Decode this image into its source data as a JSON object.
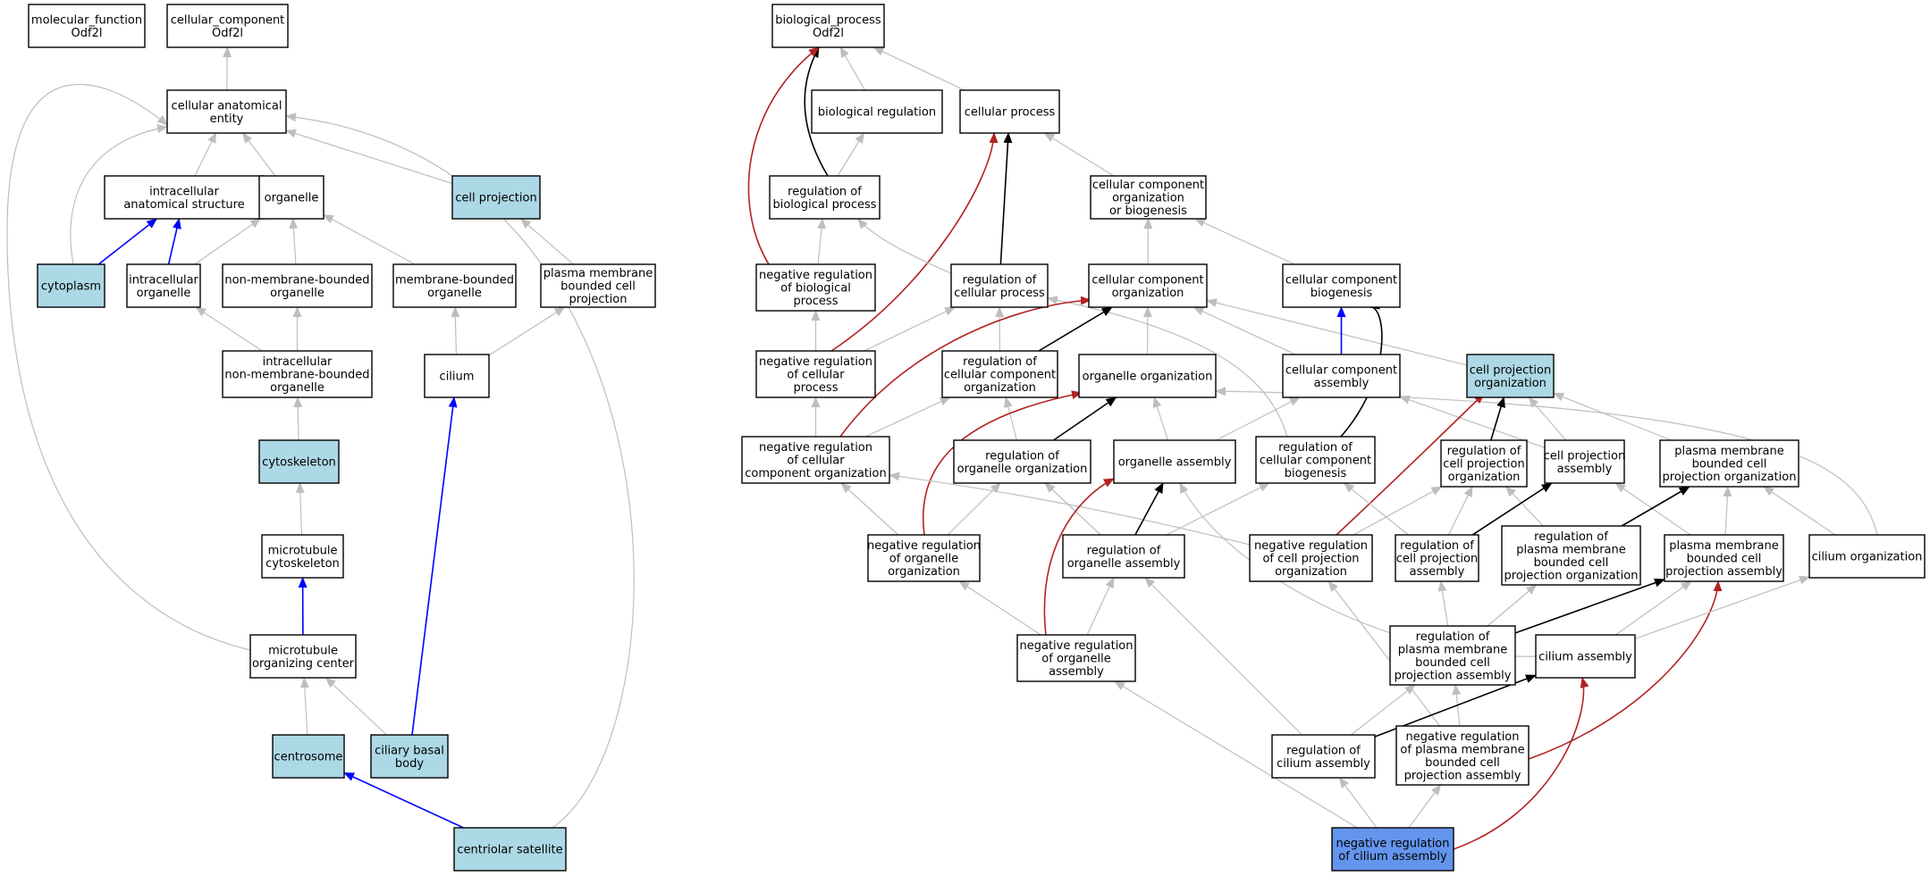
{
  "colors": {
    "highlight": "#add8e6",
    "focus": "#6495ed",
    "is_a": "#bebebe",
    "part_of": "#0000ff",
    "regulates": "#000000",
    "negatively_regulates": "#b22222"
  },
  "nodes": [
    {
      "id": "mf",
      "lines": [
        "molecular_function",
        "Odf2l"
      ],
      "style": "plain"
    },
    {
      "id": "cc",
      "lines": [
        "cellular_component",
        "Odf2l"
      ],
      "style": "plain"
    },
    {
      "id": "bp",
      "lines": [
        "biological_process",
        "Odf2l"
      ],
      "style": "plain"
    },
    {
      "id": "cae",
      "lines": [
        "cellular anatomical",
        "entity"
      ],
      "style": "plain"
    },
    {
      "id": "ias",
      "lines": [
        "intracellular",
        "anatomical structure"
      ],
      "style": "plain"
    },
    {
      "id": "org",
      "lines": [
        "organelle"
      ],
      "style": "plain"
    },
    {
      "id": "cp",
      "lines": [
        "cell projection"
      ],
      "style": "highlight"
    },
    {
      "id": "cyto",
      "lines": [
        "cytoplasm"
      ],
      "style": "highlight"
    },
    {
      "id": "io",
      "lines": [
        "intracellular",
        "organelle"
      ],
      "style": "plain"
    },
    {
      "id": "nmbo",
      "lines": [
        "non-membrane-bounded",
        "organelle"
      ],
      "style": "plain"
    },
    {
      "id": "mbo",
      "lines": [
        "membrane-bounded",
        "organelle"
      ],
      "style": "plain"
    },
    {
      "id": "pmbcp",
      "lines": [
        "plasma membrane",
        "bounded cell",
        "projection"
      ],
      "style": "plain"
    },
    {
      "id": "inmbo",
      "lines": [
        "intracellular",
        "non-membrane-bounded",
        "organelle"
      ],
      "style": "plain"
    },
    {
      "id": "cilium",
      "lines": [
        "cilium"
      ],
      "style": "plain"
    },
    {
      "id": "cytosk",
      "lines": [
        "cytoskeleton"
      ],
      "style": "highlight"
    },
    {
      "id": "mtcs",
      "lines": [
        "microtubule",
        "cytoskeleton"
      ],
      "style": "plain"
    },
    {
      "id": "mtoc",
      "lines": [
        "microtubule",
        "organizing center"
      ],
      "style": "plain"
    },
    {
      "id": "centro",
      "lines": [
        "centrosome"
      ],
      "style": "highlight"
    },
    {
      "id": "cbb",
      "lines": [
        "ciliary basal",
        "body"
      ],
      "style": "highlight"
    },
    {
      "id": "csat",
      "lines": [
        "centriolar satellite"
      ],
      "style": "highlight"
    },
    {
      "id": "breg",
      "lines": [
        "biological regulation"
      ],
      "style": "plain"
    },
    {
      "id": "cproc",
      "lines": [
        "cellular process"
      ],
      "style": "plain"
    },
    {
      "id": "rbp",
      "lines": [
        "regulation of",
        "biological process"
      ],
      "style": "plain"
    },
    {
      "id": "ccob",
      "lines": [
        "cellular component",
        "organization",
        "or biogenesis"
      ],
      "style": "plain"
    },
    {
      "id": "nrbp",
      "lines": [
        "negative regulation",
        "of biological",
        "process"
      ],
      "style": "plain"
    },
    {
      "id": "rcp",
      "lines": [
        "regulation of",
        "cellular process"
      ],
      "style": "plain"
    },
    {
      "id": "cco",
      "lines": [
        "cellular component",
        "organization"
      ],
      "style": "plain"
    },
    {
      "id": "ccb",
      "lines": [
        "cellular component",
        "biogenesis"
      ],
      "style": "plain"
    },
    {
      "id": "nrcp",
      "lines": [
        "negative regulation",
        "of cellular",
        "process"
      ],
      "style": "plain"
    },
    {
      "id": "rcco",
      "lines": [
        "regulation of",
        "cellular component",
        "organization"
      ],
      "style": "plain"
    },
    {
      "id": "oo",
      "lines": [
        "organelle organization"
      ],
      "style": "plain"
    },
    {
      "id": "cca",
      "lines": [
        "cellular component",
        "assembly"
      ],
      "style": "plain"
    },
    {
      "id": "cpo",
      "lines": [
        "cell projection",
        "organization"
      ],
      "style": "highlight"
    },
    {
      "id": "nrcco",
      "lines": [
        "negative regulation",
        "of cellular",
        "component organization"
      ],
      "style": "plain"
    },
    {
      "id": "roo",
      "lines": [
        "regulation of",
        "organelle organization"
      ],
      "style": "plain"
    },
    {
      "id": "oa",
      "lines": [
        "organelle assembly"
      ],
      "style": "plain"
    },
    {
      "id": "rccb",
      "lines": [
        "regulation of",
        "cellular component",
        "biogenesis"
      ],
      "style": "plain"
    },
    {
      "id": "rcpo",
      "lines": [
        "regulation of",
        "cell projection",
        "organization"
      ],
      "style": "plain"
    },
    {
      "id": "cpa",
      "lines": [
        "cell projection",
        "assembly"
      ],
      "style": "plain"
    },
    {
      "id": "pmbcpo",
      "lines": [
        "plasma membrane",
        "bounded cell",
        "projection organization"
      ],
      "style": "plain"
    },
    {
      "id": "nroo",
      "lines": [
        "negative regulation",
        "of organelle",
        "organization"
      ],
      "style": "plain"
    },
    {
      "id": "roa",
      "lines": [
        "regulation of",
        "organelle assembly"
      ],
      "style": "plain"
    },
    {
      "id": "nrcpo",
      "lines": [
        "negative regulation",
        "of cell projection",
        "organization"
      ],
      "style": "plain"
    },
    {
      "id": "rcpa",
      "lines": [
        "regulation of",
        "cell projection",
        "assembly"
      ],
      "style": "plain"
    },
    {
      "id": "rpmbcpo",
      "lines": [
        "regulation of",
        "plasma membrane",
        "bounded cell",
        "projection organization"
      ],
      "style": "plain"
    },
    {
      "id": "pmbcpa",
      "lines": [
        "plasma membrane",
        "bounded cell",
        "projection assembly"
      ],
      "style": "plain"
    },
    {
      "id": "ciliorg",
      "lines": [
        "cilium organization"
      ],
      "style": "plain"
    },
    {
      "id": "nroa",
      "lines": [
        "negative regulation",
        "of organelle",
        "assembly"
      ],
      "style": "plain"
    },
    {
      "id": "rpmbcpa",
      "lines": [
        "regulation of",
        "plasma membrane",
        "bounded cell",
        "projection assembly"
      ],
      "style": "plain"
    },
    {
      "id": "ca",
      "lines": [
        "cilium assembly"
      ],
      "style": "plain"
    },
    {
      "id": "rca",
      "lines": [
        "regulation of",
        "cilium assembly"
      ],
      "style": "plain"
    },
    {
      "id": "nrpmbcpa",
      "lines": [
        "negative regulation",
        "of plasma membrane",
        "bounded cell",
        "projection assembly"
      ],
      "style": "plain"
    },
    {
      "id": "nrca",
      "lines": [
        "negative regulation",
        "of cilium assembly"
      ],
      "style": "focus"
    }
  ],
  "edges": [
    {
      "from": "cae",
      "to": "cc",
      "rel": "is_a"
    },
    {
      "from": "ias",
      "to": "cae",
      "rel": "is_a"
    },
    {
      "from": "org",
      "to": "cae",
      "rel": "is_a"
    },
    {
      "from": "cp",
      "to": "cae",
      "rel": "is_a"
    },
    {
      "from": "cyto",
      "to": "cae",
      "rel": "is_a"
    },
    {
      "from": "mtoc",
      "to": "cae",
      "rel": "is_a"
    },
    {
      "from": "csat",
      "to": "cae",
      "rel": "is_a"
    },
    {
      "from": "cyto",
      "to": "ias",
      "rel": "part_of"
    },
    {
      "from": "io",
      "to": "ias",
      "rel": "part_of"
    },
    {
      "from": "io",
      "to": "org",
      "rel": "is_a"
    },
    {
      "from": "nmbo",
      "to": "org",
      "rel": "is_a"
    },
    {
      "from": "mbo",
      "to": "org",
      "rel": "is_a"
    },
    {
      "from": "pmbcp",
      "to": "cp",
      "rel": "is_a"
    },
    {
      "from": "inmbo",
      "to": "io",
      "rel": "is_a"
    },
    {
      "from": "inmbo",
      "to": "nmbo",
      "rel": "is_a"
    },
    {
      "from": "cilium",
      "to": "mbo",
      "rel": "is_a"
    },
    {
      "from": "cilium",
      "to": "pmbcp",
      "rel": "is_a"
    },
    {
      "from": "cytosk",
      "to": "inmbo",
      "rel": "is_a"
    },
    {
      "from": "mtcs",
      "to": "cytosk",
      "rel": "is_a"
    },
    {
      "from": "mtoc",
      "to": "mtcs",
      "rel": "part_of"
    },
    {
      "from": "centro",
      "to": "mtoc",
      "rel": "is_a"
    },
    {
      "from": "cbb",
      "to": "mtoc",
      "rel": "is_a"
    },
    {
      "from": "cbb",
      "to": "cilium",
      "rel": "part_of"
    },
    {
      "from": "csat",
      "to": "centro",
      "rel": "part_of"
    },
    {
      "from": "breg",
      "to": "bp",
      "rel": "is_a"
    },
    {
      "from": "cproc",
      "to": "bp",
      "rel": "is_a"
    },
    {
      "from": "rbp",
      "to": "bp",
      "rel": "regulates"
    },
    {
      "from": "nrbp",
      "to": "bp",
      "rel": "negatively_regulates"
    },
    {
      "from": "rbp",
      "to": "breg",
      "rel": "is_a"
    },
    {
      "from": "ccob",
      "to": "cproc",
      "rel": "is_a"
    },
    {
      "from": "rcp",
      "to": "cproc",
      "rel": "regulates"
    },
    {
      "from": "nrcp",
      "to": "cproc",
      "rel": "negatively_regulates"
    },
    {
      "from": "nrbp",
      "to": "rbp",
      "rel": "is_a"
    },
    {
      "from": "rcp",
      "to": "rbp",
      "rel": "is_a"
    },
    {
      "from": "cco",
      "to": "ccob",
      "rel": "is_a"
    },
    {
      "from": "ccb",
      "to": "ccob",
      "rel": "is_a"
    },
    {
      "from": "nrcp",
      "to": "nrbp",
      "rel": "is_a"
    },
    {
      "from": "nrcp",
      "to": "rcp",
      "rel": "is_a"
    },
    {
      "from": "rcco",
      "to": "rcp",
      "rel": "is_a"
    },
    {
      "from": "rccb",
      "to": "rcp",
      "rel": "is_a"
    },
    {
      "from": "rcco",
      "to": "cco",
      "rel": "regulates"
    },
    {
      "from": "nrcco",
      "to": "cco",
      "rel": "negatively_regulates"
    },
    {
      "from": "oo",
      "to": "cco",
      "rel": "is_a"
    },
    {
      "from": "cca",
      "to": "cco",
      "rel": "is_a"
    },
    {
      "from": "cpo",
      "to": "cco",
      "rel": "is_a"
    },
    {
      "from": "cca",
      "to": "ccb",
      "rel": "part_of"
    },
    {
      "from": "rccb",
      "to": "ccb",
      "rel": "regulates"
    },
    {
      "from": "nrcco",
      "to": "nrcp",
      "rel": "is_a"
    },
    {
      "from": "nrcco",
      "to": "rcco",
      "rel": "is_a"
    },
    {
      "from": "roo",
      "to": "rcco",
      "rel": "is_a"
    },
    {
      "from": "roo",
      "to": "oo",
      "rel": "regulates"
    },
    {
      "from": "nroo",
      "to": "oo",
      "rel": "negatively_regulates"
    },
    {
      "from": "oa",
      "to": "oo",
      "rel": "is_a"
    },
    {
      "from": "ciliorg",
      "to": "oo",
      "rel": "is_a"
    },
    {
      "from": "oa",
      "to": "cca",
      "rel": "is_a"
    },
    {
      "from": "cpa",
      "to": "cca",
      "rel": "is_a"
    },
    {
      "from": "rcpo",
      "to": "cpo",
      "rel": "regulates"
    },
    {
      "from": "nrcpo",
      "to": "cpo",
      "rel": "negatively_regulates"
    },
    {
      "from": "cpa",
      "to": "cpo",
      "rel": "is_a"
    },
    {
      "from": "pmbcpo",
      "to": "cpo",
      "rel": "is_a"
    },
    {
      "from": "nroo",
      "to": "nrcco",
      "rel": "is_a"
    },
    {
      "from": "nrcpo",
      "to": "nrcco",
      "rel": "is_a"
    },
    {
      "from": "nroo",
      "to": "roo",
      "rel": "is_a"
    },
    {
      "from": "roa",
      "to": "roo",
      "rel": "is_a"
    },
    {
      "from": "roa",
      "to": "oa",
      "rel": "regulates"
    },
    {
      "from": "nroa",
      "to": "oa",
      "rel": "negatively_regulates"
    },
    {
      "from": "ca",
      "to": "oa",
      "rel": "is_a"
    },
    {
      "from": "roa",
      "to": "rccb",
      "rel": "is_a"
    },
    {
      "from": "rcpa",
      "to": "rccb",
      "rel": "is_a"
    },
    {
      "from": "nrcpo",
      "to": "rcpo",
      "rel": "is_a"
    },
    {
      "from": "rcpa",
      "to": "rcpo",
      "rel": "is_a"
    },
    {
      "from": "rpmbcpo",
      "to": "rcpo",
      "rel": "is_a"
    },
    {
      "from": "rcpa",
      "to": "cpa",
      "rel": "regulates"
    },
    {
      "from": "pmbcpa",
      "to": "cpa",
      "rel": "is_a"
    },
    {
      "from": "rpmbcpo",
      "to": "pmbcpo",
      "rel": "regulates"
    },
    {
      "from": "pmbcpa",
      "to": "pmbcpo",
      "rel": "is_a"
    },
    {
      "from": "ciliorg",
      "to": "pmbcpo",
      "rel": "is_a"
    },
    {
      "from": "nroa",
      "to": "nroo",
      "rel": "is_a"
    },
    {
      "from": "nroa",
      "to": "roa",
      "rel": "is_a"
    },
    {
      "from": "rca",
      "to": "roa",
      "rel": "is_a"
    },
    {
      "from": "nrpmbcpa",
      "to": "nrcpo",
      "rel": "is_a"
    },
    {
      "from": "rpmbcpa",
      "to": "rcpa",
      "rel": "is_a"
    },
    {
      "from": "rpmbcpa",
      "to": "rpmbcpo",
      "rel": "is_a"
    },
    {
      "from": "rpmbcpa",
      "to": "pmbcpa",
      "rel": "regulates"
    },
    {
      "from": "nrpmbcpa",
      "to": "pmbcpa",
      "rel": "negatively_regulates"
    },
    {
      "from": "ca",
      "to": "pmbcpa",
      "rel": "is_a"
    },
    {
      "from": "ca",
      "to": "ciliorg",
      "rel": "is_a"
    },
    {
      "from": "rca",
      "to": "rpmbcpa",
      "rel": "is_a"
    },
    {
      "from": "nrpmbcpa",
      "to": "rpmbcpa",
      "rel": "is_a"
    },
    {
      "from": "rca",
      "to": "ca",
      "rel": "regulates"
    },
    {
      "from": "nrca",
      "to": "ca",
      "rel": "negatively_regulates"
    },
    {
      "from": "nrca",
      "to": "nroa",
      "rel": "is_a"
    },
    {
      "from": "nrca",
      "to": "rca",
      "rel": "is_a"
    },
    {
      "from": "nrca",
      "to": "nrpmbcpa",
      "rel": "is_a"
    }
  ]
}
